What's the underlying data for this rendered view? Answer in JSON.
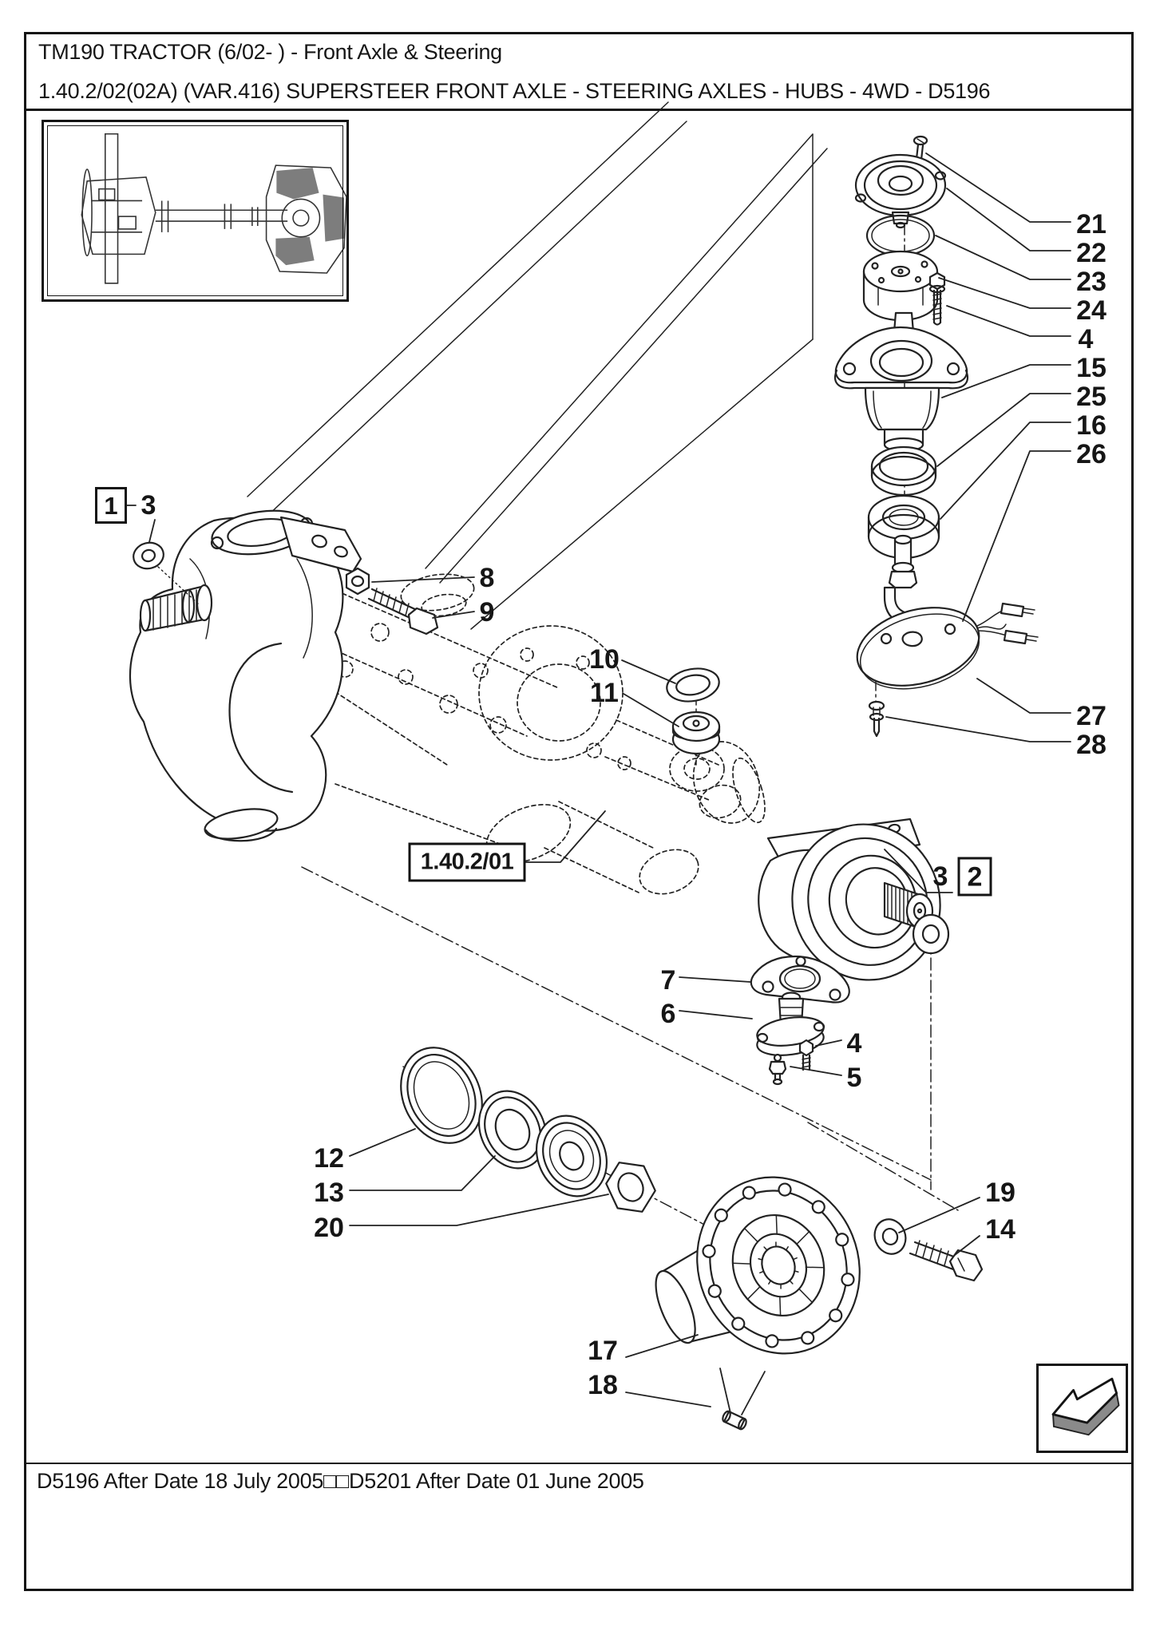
{
  "page": {
    "title_line1": "TM190 TRACTOR (6/02- ) - Front Axle & Steering",
    "title_line2": "1.40.2/02(02A) (VAR.416) SUPERSTEER FRONT AXLE - STEERING AXLES - HUBS - 4WD - D5196",
    "footer": "D5196 After Date 18 July 2005□□D5201 After Date 01 June 2005"
  },
  "diagram": {
    "ref_label": "1.40.2/01",
    "callouts": {
      "n1": "1",
      "n2": "2",
      "n3": "3",
      "n4": "4",
      "n5": "5",
      "n6": "6",
      "n7": "7",
      "n8": "8",
      "n9": "9",
      "n10": "10",
      "n11": "11",
      "n12": "12",
      "n13": "13",
      "n14": "14",
      "n15": "15",
      "n16": "16",
      "n17": "17",
      "n18": "18",
      "n19": "19",
      "n20": "20",
      "n21": "21",
      "n22": "22",
      "n23": "23",
      "n24": "24",
      "n25": "25",
      "n26": "26",
      "n27": "27",
      "n28": "28"
    },
    "icons": {
      "nav_arrow": "page-back-arrow-icon",
      "thumbnail": "axle-cross-section-thumbnail"
    },
    "colors": {
      "ink": "#222222",
      "shade": "#8a8a8a",
      "paper": "#ffffff"
    }
  }
}
